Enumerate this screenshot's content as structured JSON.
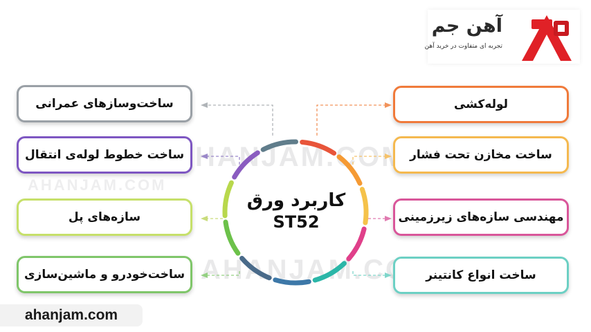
{
  "brand": {
    "name": "آهن جم",
    "tagline": "تجربه ای متفاوت در خرید آهن",
    "accent": "#e02127",
    "watermark": "AHANJAM.COM",
    "site": "ahanjam.com"
  },
  "center": {
    "line1": "کاربرد ورق",
    "line2": "ST52"
  },
  "left_items": [
    {
      "label": "ساخت‌وسازهای عمرانی",
      "color": "#9aa0a6"
    },
    {
      "label": "ساخت خطوط لوله‌ی انتقال",
      "color": "#7e57c2"
    },
    {
      "label": "سازه‌های پل",
      "color": "#c6e06a"
    },
    {
      "label": "ساخت‌خودرو و ماشین‌سازی",
      "color": "#7fc66a"
    }
  ],
  "right_items": [
    {
      "label": "لوله‌کشی",
      "color": "#f07a3a"
    },
    {
      "label": "ساخت مخازن تحت فشار",
      "color": "#f5b94f"
    },
    {
      "label": "مهندسی سازه‌های زیرزمینی",
      "color": "#d9569a"
    },
    {
      "label": "ساخت انواع کانتینر",
      "color": "#6cd0c4"
    }
  ],
  "ring_colors": [
    "#e8553a",
    "#f59a34",
    "#f5c24a",
    "#e0408a",
    "#2bb6a8",
    "#3d78a8",
    "#4a6b8a",
    "#6cc14a",
    "#b8d84c",
    "#8a5cc0",
    "#607d8b"
  ]
}
